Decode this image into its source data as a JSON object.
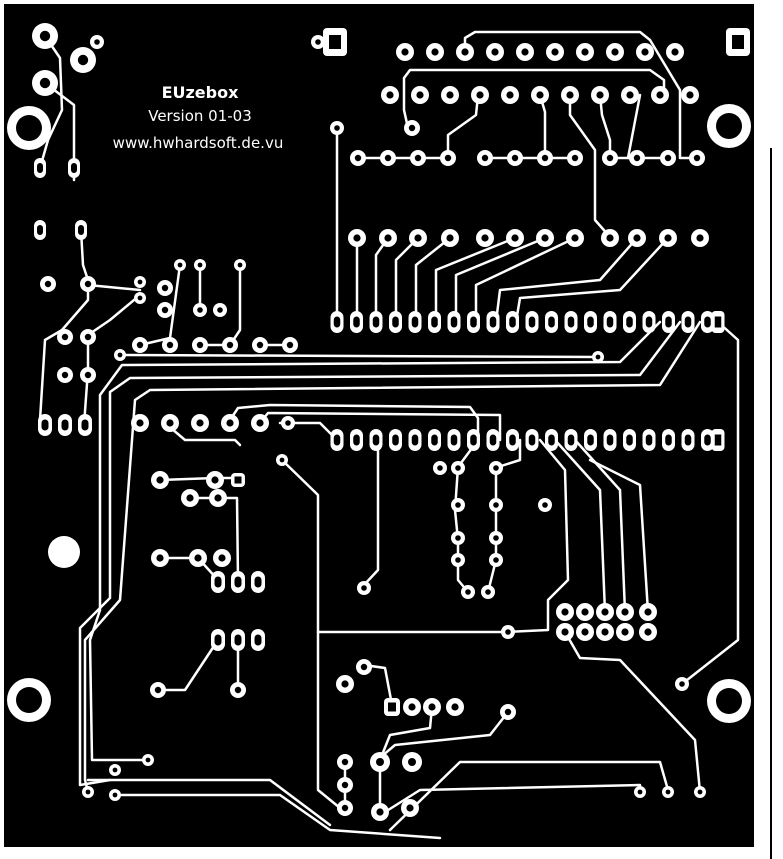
{
  "board": {
    "title": "EUzebox",
    "version": "Version 01-03",
    "website": "www.hwhardsoft.de.vu"
  },
  "colors": {
    "board": "#000000",
    "copper": "#ffffff",
    "background": "#ffffff"
  }
}
